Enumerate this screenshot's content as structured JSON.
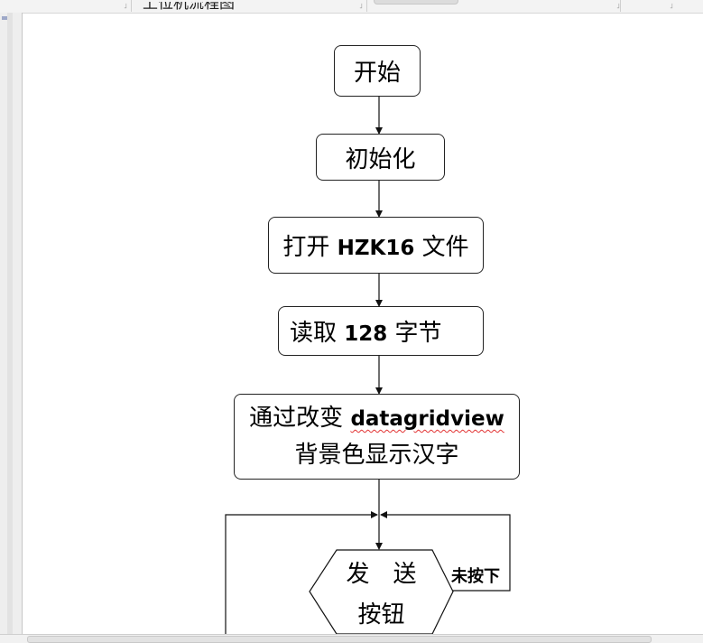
{
  "document": {
    "heading": "上位机流程图"
  },
  "flowchart": {
    "start": "开始",
    "init": "初始化",
    "open_file": {
      "prefix": "打开 ",
      "code": "HZK16",
      "suffix": " 文件"
    },
    "read_bytes": {
      "prefix": "读取 ",
      "code": "128",
      "suffix": " 字节"
    },
    "display": {
      "prefix": "通过改变 ",
      "code": "datagridview",
      "line2": "背景色显示汉字"
    },
    "send_button": {
      "line1": "发　送",
      "line2": "按钮"
    },
    "not_pressed": "未按下"
  }
}
